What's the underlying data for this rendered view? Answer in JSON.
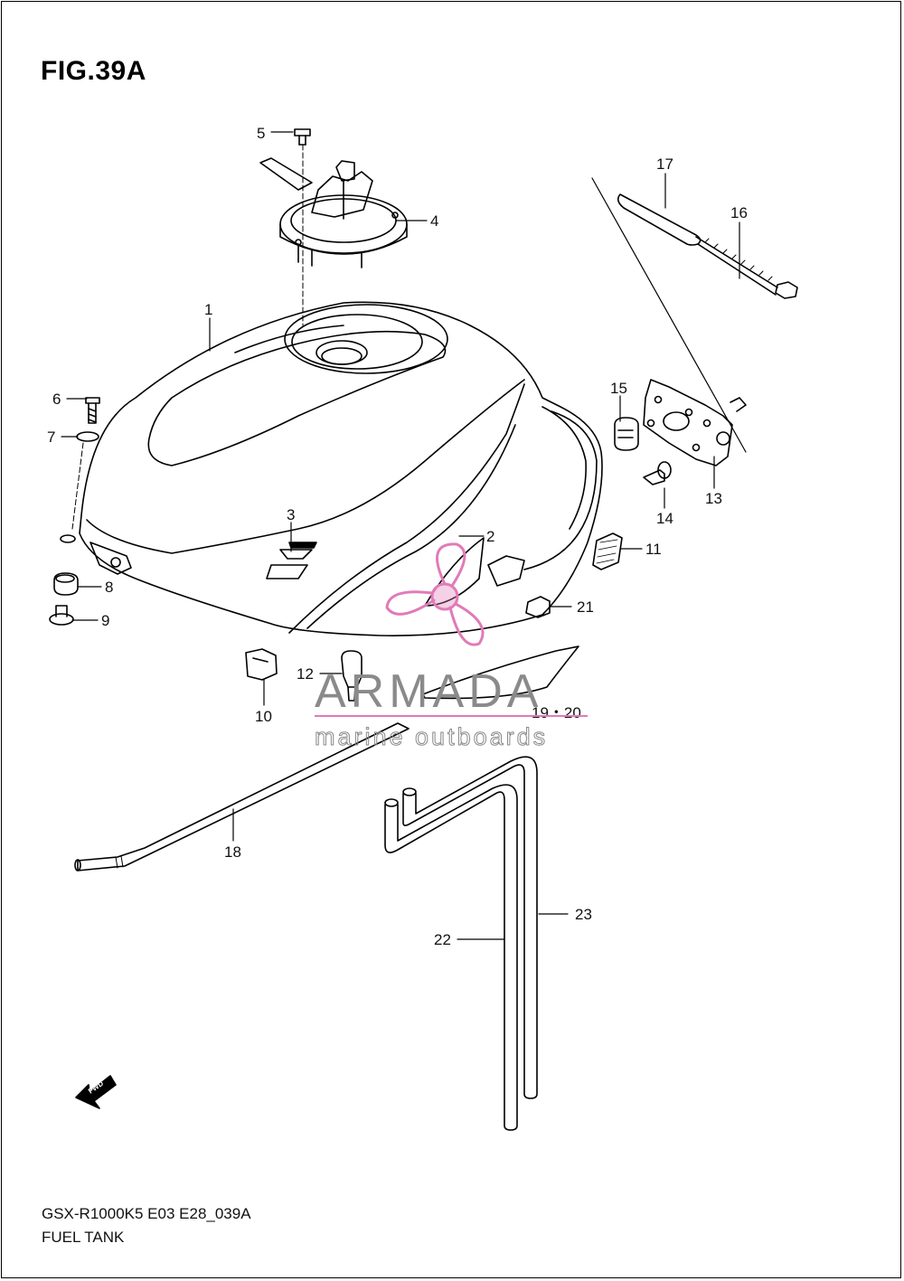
{
  "figure": {
    "title": "FIG.39A",
    "model_code": "GSX-R1000K5 E03 E28_039A",
    "caption": "FUEL TANK",
    "direction_marker": "FWD"
  },
  "watermark": {
    "brand": "ARMADA",
    "tagline": "marine outboards",
    "accent_color": "#e07bb8",
    "text_color": "#8a8a8a"
  },
  "callouts": [
    "1",
    "2",
    "3",
    "4",
    "5",
    "6",
    "7",
    "8",
    "9",
    "10",
    "11",
    "12",
    "13",
    "14",
    "15",
    "16",
    "17",
    "18",
    "19・20",
    "21",
    "22",
    "23"
  ],
  "colors": {
    "line": "#000000",
    "background": "#ffffff"
  }
}
